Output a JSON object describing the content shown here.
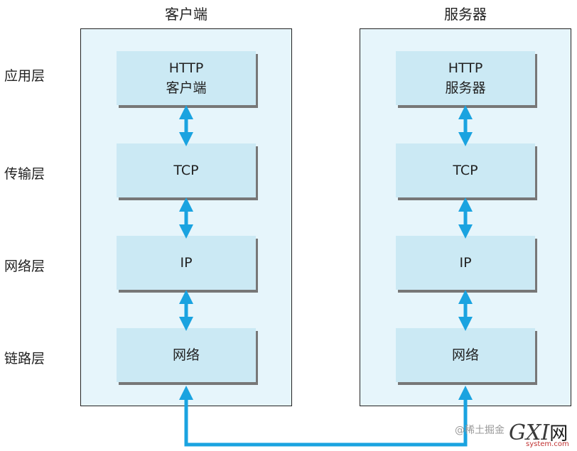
{
  "columns": [
    {
      "title": "客户端",
      "boxes": [
        [
          "HTTP",
          "客户端"
        ],
        [
          "TCP"
        ],
        [
          "IP"
        ],
        [
          "网络"
        ]
      ]
    },
    {
      "title": "服务器",
      "boxes": [
        [
          "HTTP",
          "服务器"
        ],
        [
          "TCP"
        ],
        [
          "IP"
        ],
        [
          "网络"
        ]
      ]
    }
  ],
  "layers": [
    "应用层",
    "传输层",
    "网络层",
    "链路层"
  ],
  "colors": {
    "panel_bg": "#e6f5fb",
    "box_bg": "#cbe9f4",
    "arrow": "#1aa3e0",
    "border": "#222222"
  },
  "watermark": "@稀土掘金",
  "logo": {
    "text": "GXI",
    "cn": "网",
    "site": "system.com"
  }
}
